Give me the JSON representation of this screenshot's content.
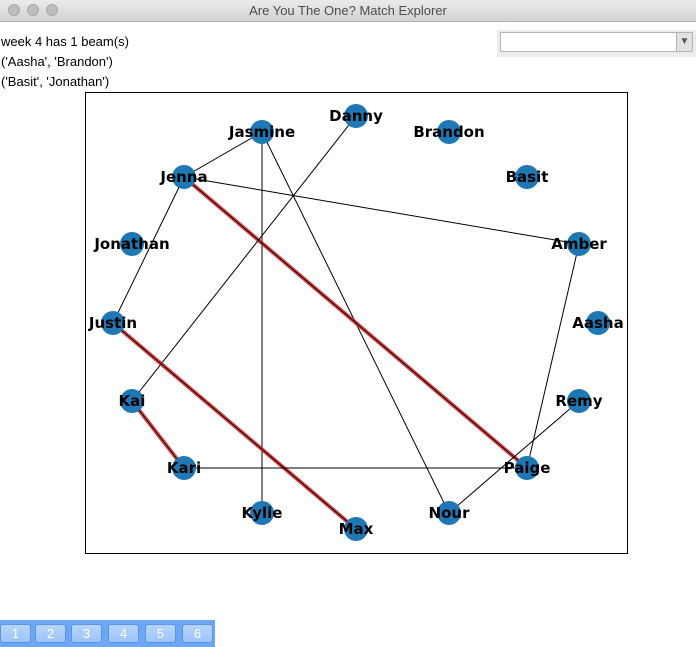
{
  "window": {
    "title": "Are You The One? Match Explorer"
  },
  "info": {
    "line1": "week 4 has 1 beam(s)",
    "line2": "('Aasha', 'Brandon')",
    "line3": "('Basit', 'Jonathan')"
  },
  "dropdown": {
    "value": ""
  },
  "graph": {
    "colors": {
      "node": "#1f78b4",
      "edge": "#000000",
      "highlight": "#d62728"
    },
    "nodes": [
      {
        "id": "Danny"
      },
      {
        "id": "Jasmine"
      },
      {
        "id": "Brandon"
      },
      {
        "id": "Jenna"
      },
      {
        "id": "Basit"
      },
      {
        "id": "Jonathan"
      },
      {
        "id": "Amber"
      },
      {
        "id": "Justin"
      },
      {
        "id": "Aasha"
      },
      {
        "id": "Kai"
      },
      {
        "id": "Remy"
      },
      {
        "id": "Kari"
      },
      {
        "id": "Paige"
      },
      {
        "id": "Kylie"
      },
      {
        "id": "Nour"
      },
      {
        "id": "Max"
      }
    ],
    "edges": [
      {
        "source": "Jasmine",
        "target": "Jenna",
        "highlight": false
      },
      {
        "source": "Jasmine",
        "target": "Kylie",
        "highlight": false
      },
      {
        "source": "Jasmine",
        "target": "Nour",
        "highlight": false
      },
      {
        "source": "Jenna",
        "target": "Amber",
        "highlight": false
      },
      {
        "source": "Jenna",
        "target": "Justin",
        "highlight": false
      },
      {
        "source": "Jenna",
        "target": "Paige",
        "highlight": true
      },
      {
        "source": "Danny",
        "target": "Kai",
        "highlight": false
      },
      {
        "source": "Justin",
        "target": "Max",
        "highlight": true
      },
      {
        "source": "Kai",
        "target": "Kari",
        "highlight": true
      },
      {
        "source": "Kari",
        "target": "Paige",
        "highlight": false
      },
      {
        "source": "Amber",
        "target": "Paige",
        "highlight": false
      },
      {
        "source": "Remy",
        "target": "Nour",
        "highlight": false
      }
    ]
  },
  "pager": {
    "pages": [
      "1",
      "2",
      "3",
      "4",
      "5",
      "6"
    ]
  }
}
